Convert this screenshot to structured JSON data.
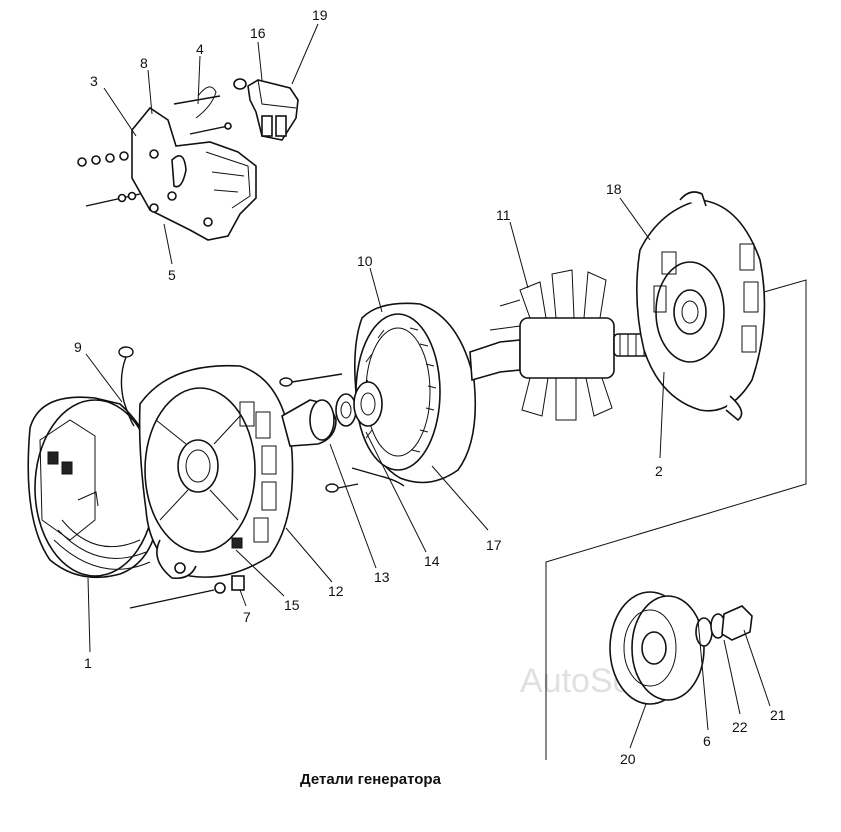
{
  "caption": "Детали генератора",
  "watermark": "AutoSoft",
  "labels": {
    "n1": "1",
    "n2": "2",
    "n3": "3",
    "n4": "4",
    "n5": "5",
    "n6": "6",
    "n7": "7",
    "n8": "8",
    "n9": "9",
    "n10": "10",
    "n11": "11",
    "n12": "12",
    "n13": "13",
    "n14": "14",
    "n15": "15",
    "n16": "16",
    "n17": "17",
    "n18": "18",
    "n19": "19",
    "n20": "20",
    "n21": "21",
    "n22": "22"
  }
}
